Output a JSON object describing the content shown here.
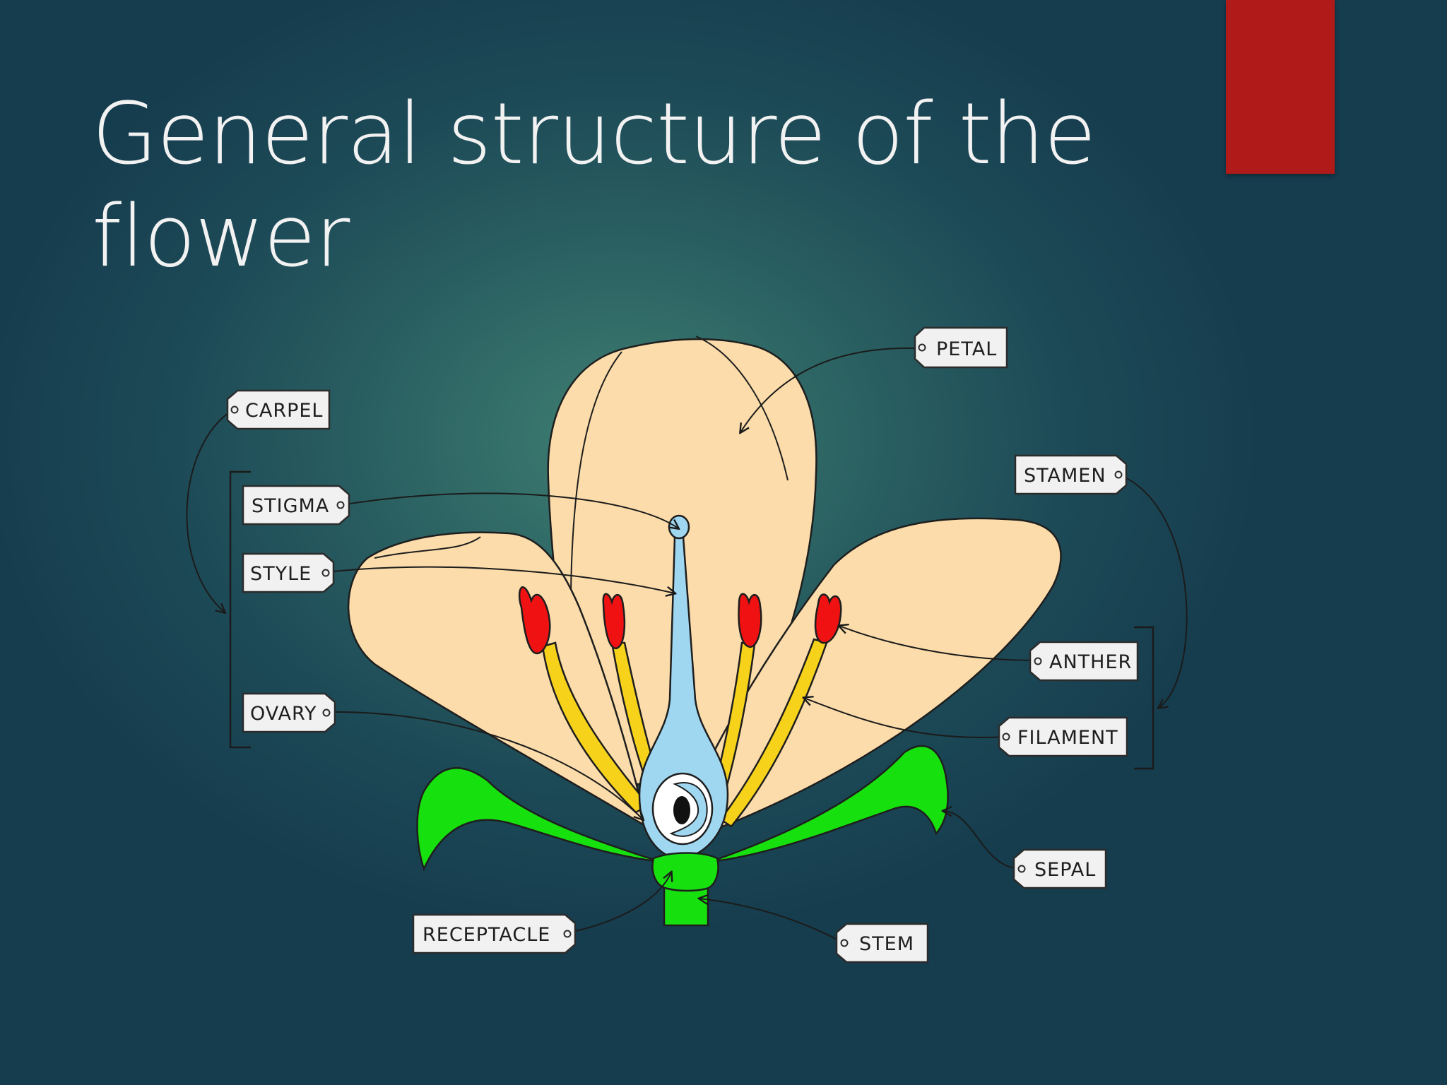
{
  "slide": {
    "title": "General structure of the flower"
  },
  "diagram": {
    "labels": {
      "petal": "PETAL",
      "carpel": "CARPEL",
      "stigma": "STIGMA",
      "style": "STYLE",
      "ovary": "OVARY",
      "stamen": "STAMEN",
      "anther": "ANTHER",
      "filament": "FILAMENT",
      "sepal": "SEPAL",
      "receptacle": "RECEPTACLE",
      "stem": "STEM"
    }
  },
  "colors": {
    "background": "#2c6363",
    "accent_bar": "#b01a18",
    "petal": "#fbdcaa",
    "sepal": "#17e00f",
    "carpel": "#9fd6f0",
    "anther": "#f01212",
    "filament": "#f6d21a",
    "label_tag": "#f1f1f1"
  }
}
